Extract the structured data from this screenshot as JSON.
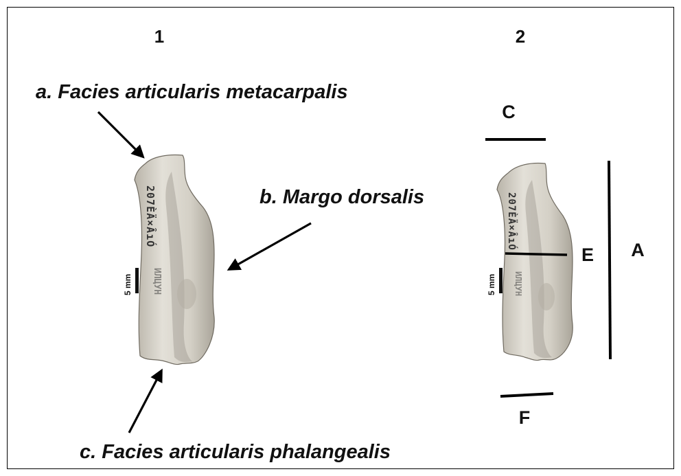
{
  "panels": {
    "panel_1": {
      "number": "1",
      "label_a": "a. Facies articularis metacarpalis",
      "label_b": "b. Margo dorsalis",
      "label_c": "c. Facies articularis phalangealis",
      "scale_label": "5 mm"
    },
    "panel_2": {
      "number": "2",
      "measure_a": "A",
      "measure_c": "C",
      "measure_e": "E",
      "measure_f": "F",
      "scale_label": "5 mm"
    }
  },
  "colors": {
    "bone_light": "#e4e1d9",
    "bone_mid": "#c9c5bb",
    "bone_shadow": "#a8a398",
    "ink": "#000000"
  }
}
